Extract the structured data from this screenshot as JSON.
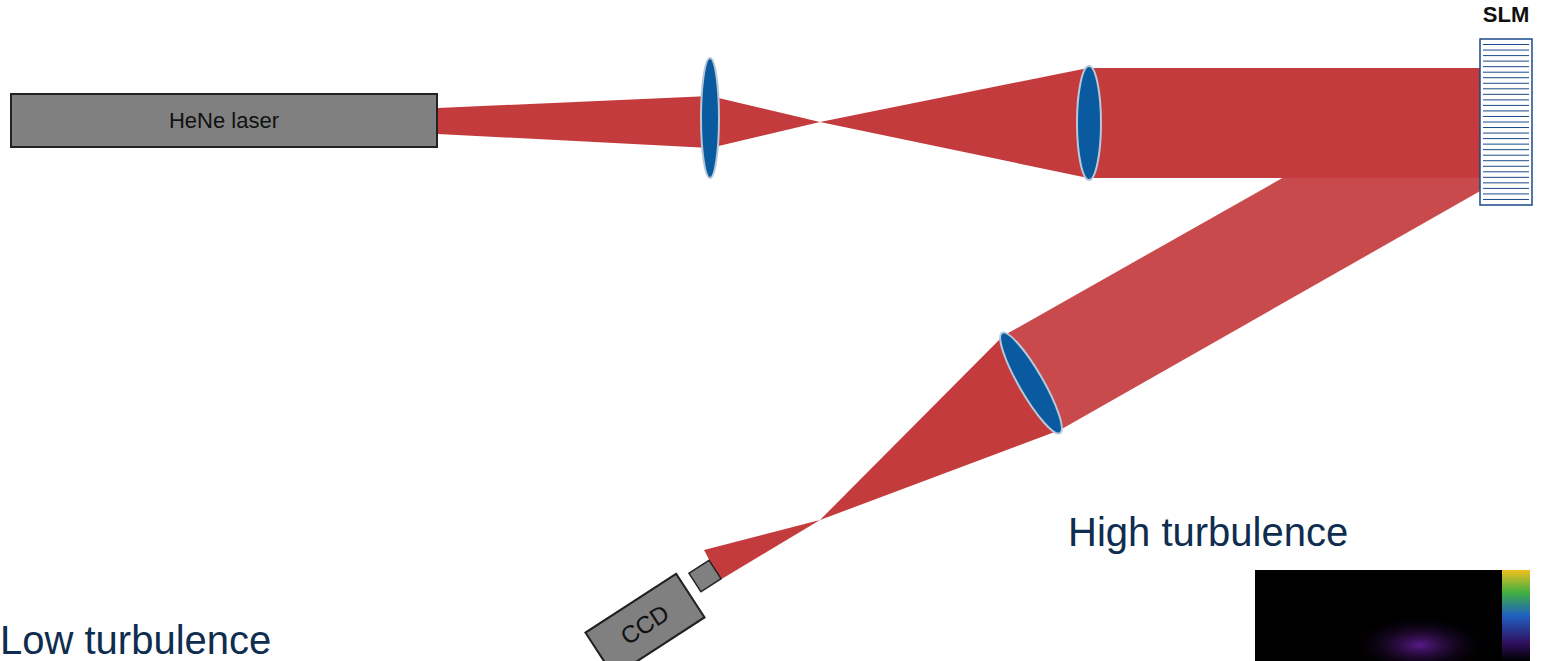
{
  "diagram": {
    "nodes": [
      {
        "text": [
          "HeNe laser"
        ]
      },
      {
        "text": [
          "SLM"
        ]
      },
      {
        "text": [
          "CCD"
        ]
      }
    ],
    "labels": [
      "High turbulence",
      "Low turbulence"
    ]
  }
}
